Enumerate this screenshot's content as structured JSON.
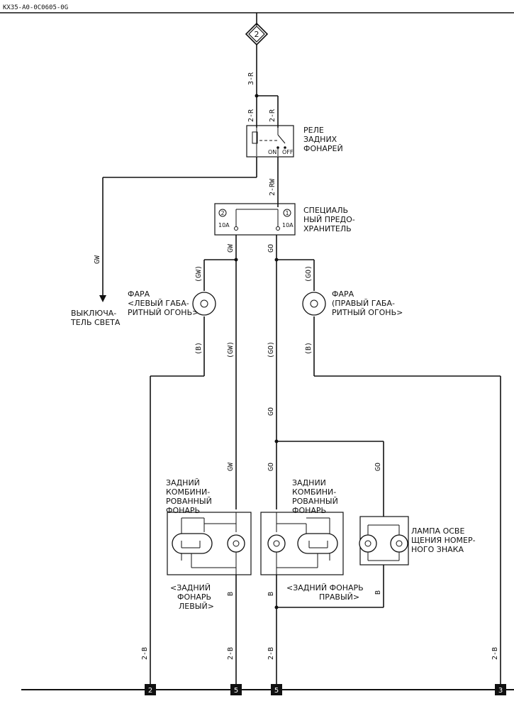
{
  "doc_code": "KX35-A0-0C0605-0G",
  "source_connector": "2",
  "relay": {
    "lines": [
      "РЕЛЕ",
      "ЗАДНИХ",
      "ФОНАРЕЙ"
    ],
    "on": "ON",
    "off": "OFF"
  },
  "fuse": {
    "lines": [
      "СПЕЦИАЛЬ",
      "НЫЙ ПРЕДО-",
      "ХРАНИТЕЛЬ"
    ],
    "left_num": "2",
    "right_num": "1",
    "left_rating": "10A",
    "right_rating": "10A"
  },
  "wire_codes": {
    "main": "3-R",
    "relay_in_left": "2-R",
    "relay_in_right": "2-R",
    "relay_out": "2-RW",
    "switch_branch": "GW",
    "fuse_left_out": "GW",
    "fuse_right_out": "GO",
    "lamp_left_top": "(GW)",
    "lamp_right_top": "(GO)",
    "lamp_left_bottom": "(B)",
    "lamp_right_bottom": "(B)",
    "mid_left": "(GW)",
    "mid_right": "(GO)",
    "mid_right_2": "GO",
    "rear_left_in": "GW",
    "rear_right_in": "GO",
    "plate_in": "GO",
    "rear_left_out": "B",
    "rear_right_out": "B",
    "plate_out": "B",
    "ground_1": "2-B",
    "ground_2": "2-B",
    "ground_3": "2-B",
    "ground_4": "2-B"
  },
  "switch": {
    "lines": [
      "ВЫКЛЮЧА-",
      "ТЕЛЬ СВЕТА"
    ]
  },
  "headlamp_left": {
    "lines": [
      "ФАРА",
      "<ЛЕВЫЙ ГАБА-",
      "РИТНЫЙ ОГОНЬ>"
    ]
  },
  "headlamp_right": {
    "lines": [
      "ФАРА",
      "(ПРАВЫЙ ГАБА-",
      "РИТНЫЙ ОГОНЬ>"
    ]
  },
  "rear_left": {
    "lines": [
      "ЗАДНИЙ",
      "КОМБИНИ-",
      "РОВАННЫЙ",
      "ФОНАРЬ"
    ]
  },
  "rear_right": {
    "lines": [
      "ЗАДНИИ",
      "КОМБИНИ-",
      "РОВАННЫЙ",
      "ФОНАРЬ"
    ]
  },
  "plate_lamp": {
    "lines": [
      "ЛАМПА ОСВЕ",
      "ЩЕНИЯ НОМЕР-",
      "НОГО ЗНАКА"
    ]
  },
  "rear_left_caption": {
    "lines": [
      "<ЗАДНИЙ",
      "ФОНАРЬ",
      "ЛЕВЫЙ>"
    ]
  },
  "rear_right_caption": {
    "lines": [
      "<ЗАДНИЙ ФОНАРЬ",
      "ПРАВЫЙ>"
    ]
  },
  "ground_nums": [
    "2",
    "5",
    "5",
    "3"
  ]
}
